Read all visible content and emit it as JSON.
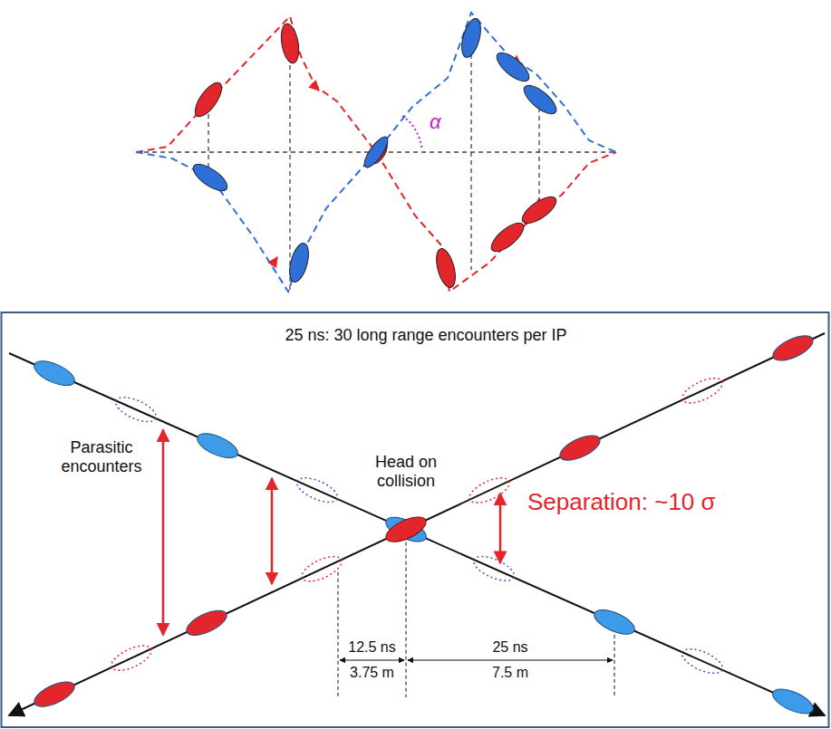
{
  "diagram": {
    "labels": [
      "α",
      "25 ns: 30 long range encounters per IP",
      "Parasitic encounters",
      "Head on collision",
      "Separation: ~10 σ",
      "12.5 ns",
      "3.75 m",
      "25 ns",
      "7.5 m"
    ]
  }
}
